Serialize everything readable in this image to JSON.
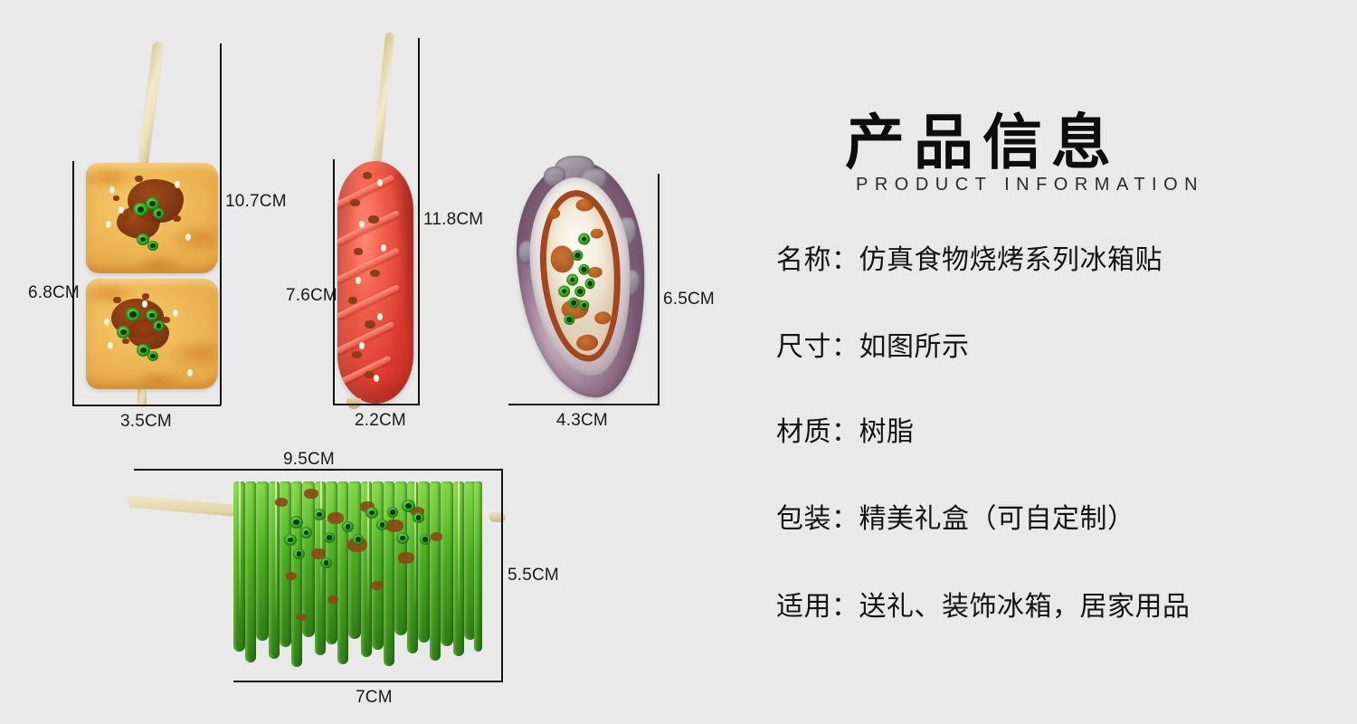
{
  "page": {
    "background_color": "#e9e9e9",
    "line_color": "#111111"
  },
  "header": {
    "title_cn": "产品信息",
    "title_en": "PRODUCT INFORMATION"
  },
  "specs": [
    {
      "label": "名称",
      "value": "仿真食物烧烤系列冰箱贴",
      "text": "名称：仿真食物烧烤系列冰箱贴"
    },
    {
      "label": "尺寸",
      "value": "如图所示",
      "text": "尺寸：如图所示"
    },
    {
      "label": "材质",
      "value": "树脂",
      "text": "材质：树脂"
    },
    {
      "label": "包装",
      "value": "精美礼盒（可自定制）",
      "text": "包装：精美礼盒（可自定制）"
    },
    {
      "label": "适用",
      "value": "送礼、装饰冰箱，居家用品",
      "text": "适用：送礼、装饰冰箱，居家用品"
    }
  ],
  "products": [
    {
      "id": "tofu-skewer",
      "name_hint": "grilled-tofu-skewer",
      "dimensions": {
        "total_height": "10.7CM",
        "body_height": "6.8CM",
        "width": "3.5CM"
      }
    },
    {
      "id": "sausage-skewer",
      "name_hint": "grilled-sausage-skewer",
      "dimensions": {
        "total_height": "11.8CM",
        "body_height": "7.6CM",
        "width": "2.2CM"
      }
    },
    {
      "id": "oyster",
      "name_hint": "grilled-oyster",
      "dimensions": {
        "height": "6.5CM",
        "width": "4.3CM"
      }
    },
    {
      "id": "green-beans-skewer",
      "name_hint": "grilled-green-beans-skewer",
      "dimensions": {
        "total_width": "9.5CM",
        "height": "5.5CM",
        "body_width": "7CM"
      }
    }
  ]
}
